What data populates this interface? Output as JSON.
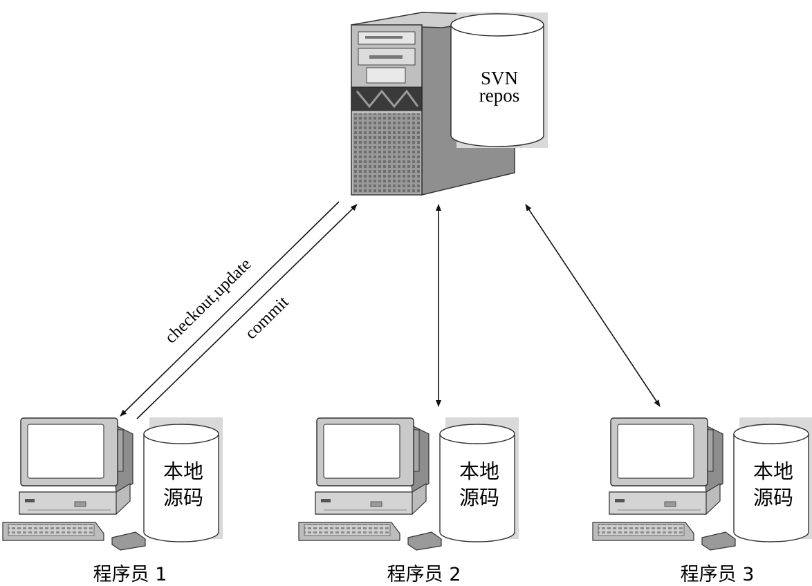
{
  "server": {
    "repo_label_line1": "SVN",
    "repo_label_line2": "repos"
  },
  "connections": {
    "programmer1_down": "checkout,update",
    "programmer1_up": "commit"
  },
  "workstations": [
    {
      "local_label_line1": "本地",
      "local_label_line2": "源码",
      "caption": "程序员 1"
    },
    {
      "local_label_line1": "本地",
      "local_label_line2": "源码",
      "caption": "程序员 2"
    },
    {
      "local_label_line1": "本地",
      "local_label_line2": "源码",
      "caption": "程序员 3"
    }
  ]
}
